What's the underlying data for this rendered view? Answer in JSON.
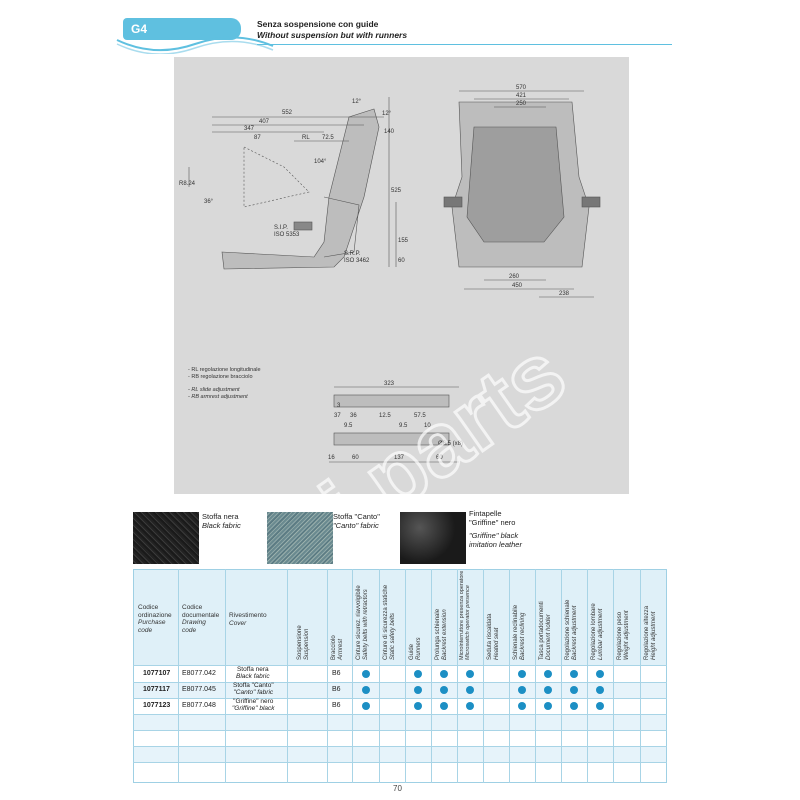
{
  "header": {
    "code": "G4",
    "title_it": "Senza sospensione con guide",
    "title_en": "Without suspension but with runners",
    "accent_color": "#5fc0e0"
  },
  "drawing": {
    "side_dims": [
      "552",
      "407",
      "347",
      "87",
      "RL",
      "72.5",
      "12°",
      "12°",
      "104°",
      "36°",
      "R8.24",
      "525",
      "155",
      "60",
      "S.I.P.",
      "ISO 5353",
      "S.R.P.",
      "ISO 3462",
      "140"
    ],
    "front_dims": [
      "570",
      "421",
      "250",
      "260",
      "450",
      "238"
    ],
    "rail_dims": [
      "323",
      "3",
      "37",
      "36",
      "12.5",
      "57.5",
      "9.5",
      "9.5",
      "10",
      "16",
      "60",
      "137",
      "60",
      "Ø6.5 (x8)"
    ],
    "legend": {
      "rl_it": "- RL regolazione longitudinale",
      "rb_it": "- RB regolazione bracciolo",
      "rl_en": "- RL slide adjustment",
      "rb_en": "- RB armrest adjustment"
    },
    "watermark": "si parts"
  },
  "swatches": [
    {
      "it": "Stoffa nera",
      "en": "Black fabric"
    },
    {
      "it": "Stoffa \"Canto\"",
      "en": "\"Canto\" fabric"
    },
    {
      "it1": "Fintapelle",
      "it2": "\"Griffine\" nero",
      "en1": "\"Griffine\" black",
      "en2": "imitation leather"
    }
  ],
  "table": {
    "headers": {
      "purchase_it1": "Codice",
      "purchase_it2": "ordinazione",
      "purchase_en1": "Purchase",
      "purchase_en2": "code",
      "drawing_it1": "Codice",
      "drawing_it2": "documentale",
      "drawing_en1": "Drawing",
      "drawing_en2": "code",
      "cover_it": "Rivestimento",
      "cover_en": "Cover"
    },
    "vertical_headers": [
      {
        "it": "Sospensione",
        "en": "Suspension"
      },
      {
        "it": "Bracciolo",
        "en": "Armrest"
      },
      {
        "it": "Cinture sicurez. riavvolgibile",
        "en": "Safety belts with retractors"
      },
      {
        "it": "Cinture di sicurezza statiche",
        "en": "Static safety belts"
      },
      {
        "it": "Guide",
        "en": "Runners"
      },
      {
        "it": "Prolunga schienale",
        "en": "Backrest extension"
      },
      {
        "it": "Microinterruttore presenza operatore",
        "en": "Microswitch operator presence"
      },
      {
        "it": "Seduta riscaldata",
        "en": "Heated seat"
      },
      {
        "it": "Schienale reclinabile",
        "en": "Backrest reclining"
      },
      {
        "it": "Tasca portadocumenti",
        "en": "Document holder"
      },
      {
        "it": "Regolazione schienale",
        "en": "Backrest adjustment"
      },
      {
        "it": "Regolazione lombare",
        "en": "Lumbar adjustment"
      },
      {
        "it": "Regolazione peso",
        "en": "Weight adjustment"
      },
      {
        "it": "Regolazione altezza",
        "en": "Height adjustment"
      }
    ],
    "rows": [
      {
        "purchase": "1077107",
        "drawing": "E8077.042",
        "cover_it": "Stoffa nera",
        "cover_en": "Black fabric",
        "armrest": "B6"
      },
      {
        "purchase": "1077117",
        "drawing": "E8077.045",
        "cover_it": "Stoffa \"Canto\"",
        "cover_en": "\"Canto\" fabric",
        "armrest": "B6"
      },
      {
        "purchase": "1077123",
        "drawing": "E8077.048",
        "cover_it": "\"Griffine\" nero",
        "cover_en": "\"Griffine\" black",
        "armrest": "B6"
      }
    ],
    "dot_color": "#1c8fc4"
  },
  "page_number": "70"
}
